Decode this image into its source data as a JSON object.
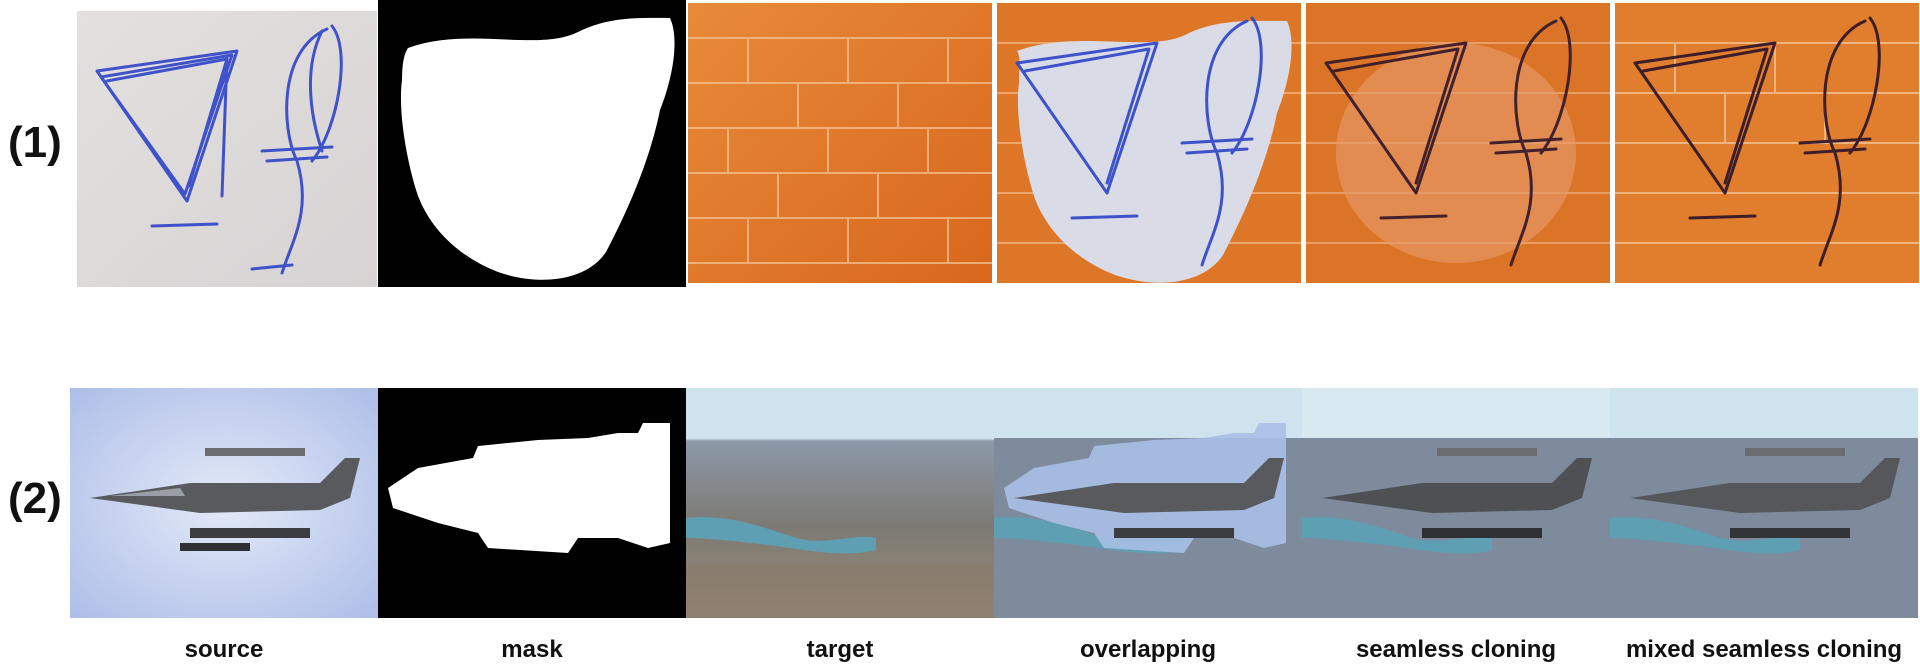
{
  "rows": [
    {
      "label": "(1)"
    },
    {
      "label": "(2)"
    }
  ],
  "columns": [
    {
      "label": "source"
    },
    {
      "label": "mask"
    },
    {
      "label": "target"
    },
    {
      "label": "overlapping"
    },
    {
      "label": "seamless cloning"
    },
    {
      "label": "mixed seamless cloning"
    }
  ],
  "colors": {
    "stroke_blue": "#2e44c8",
    "brick_orange": "#e07a2a",
    "mask_white": "#ffffff",
    "mask_black": "#000000",
    "sky_blue": "#a9bfe6",
    "lake_blue": "#5f9fb3",
    "hills_brown": "#8a7a6a"
  }
}
